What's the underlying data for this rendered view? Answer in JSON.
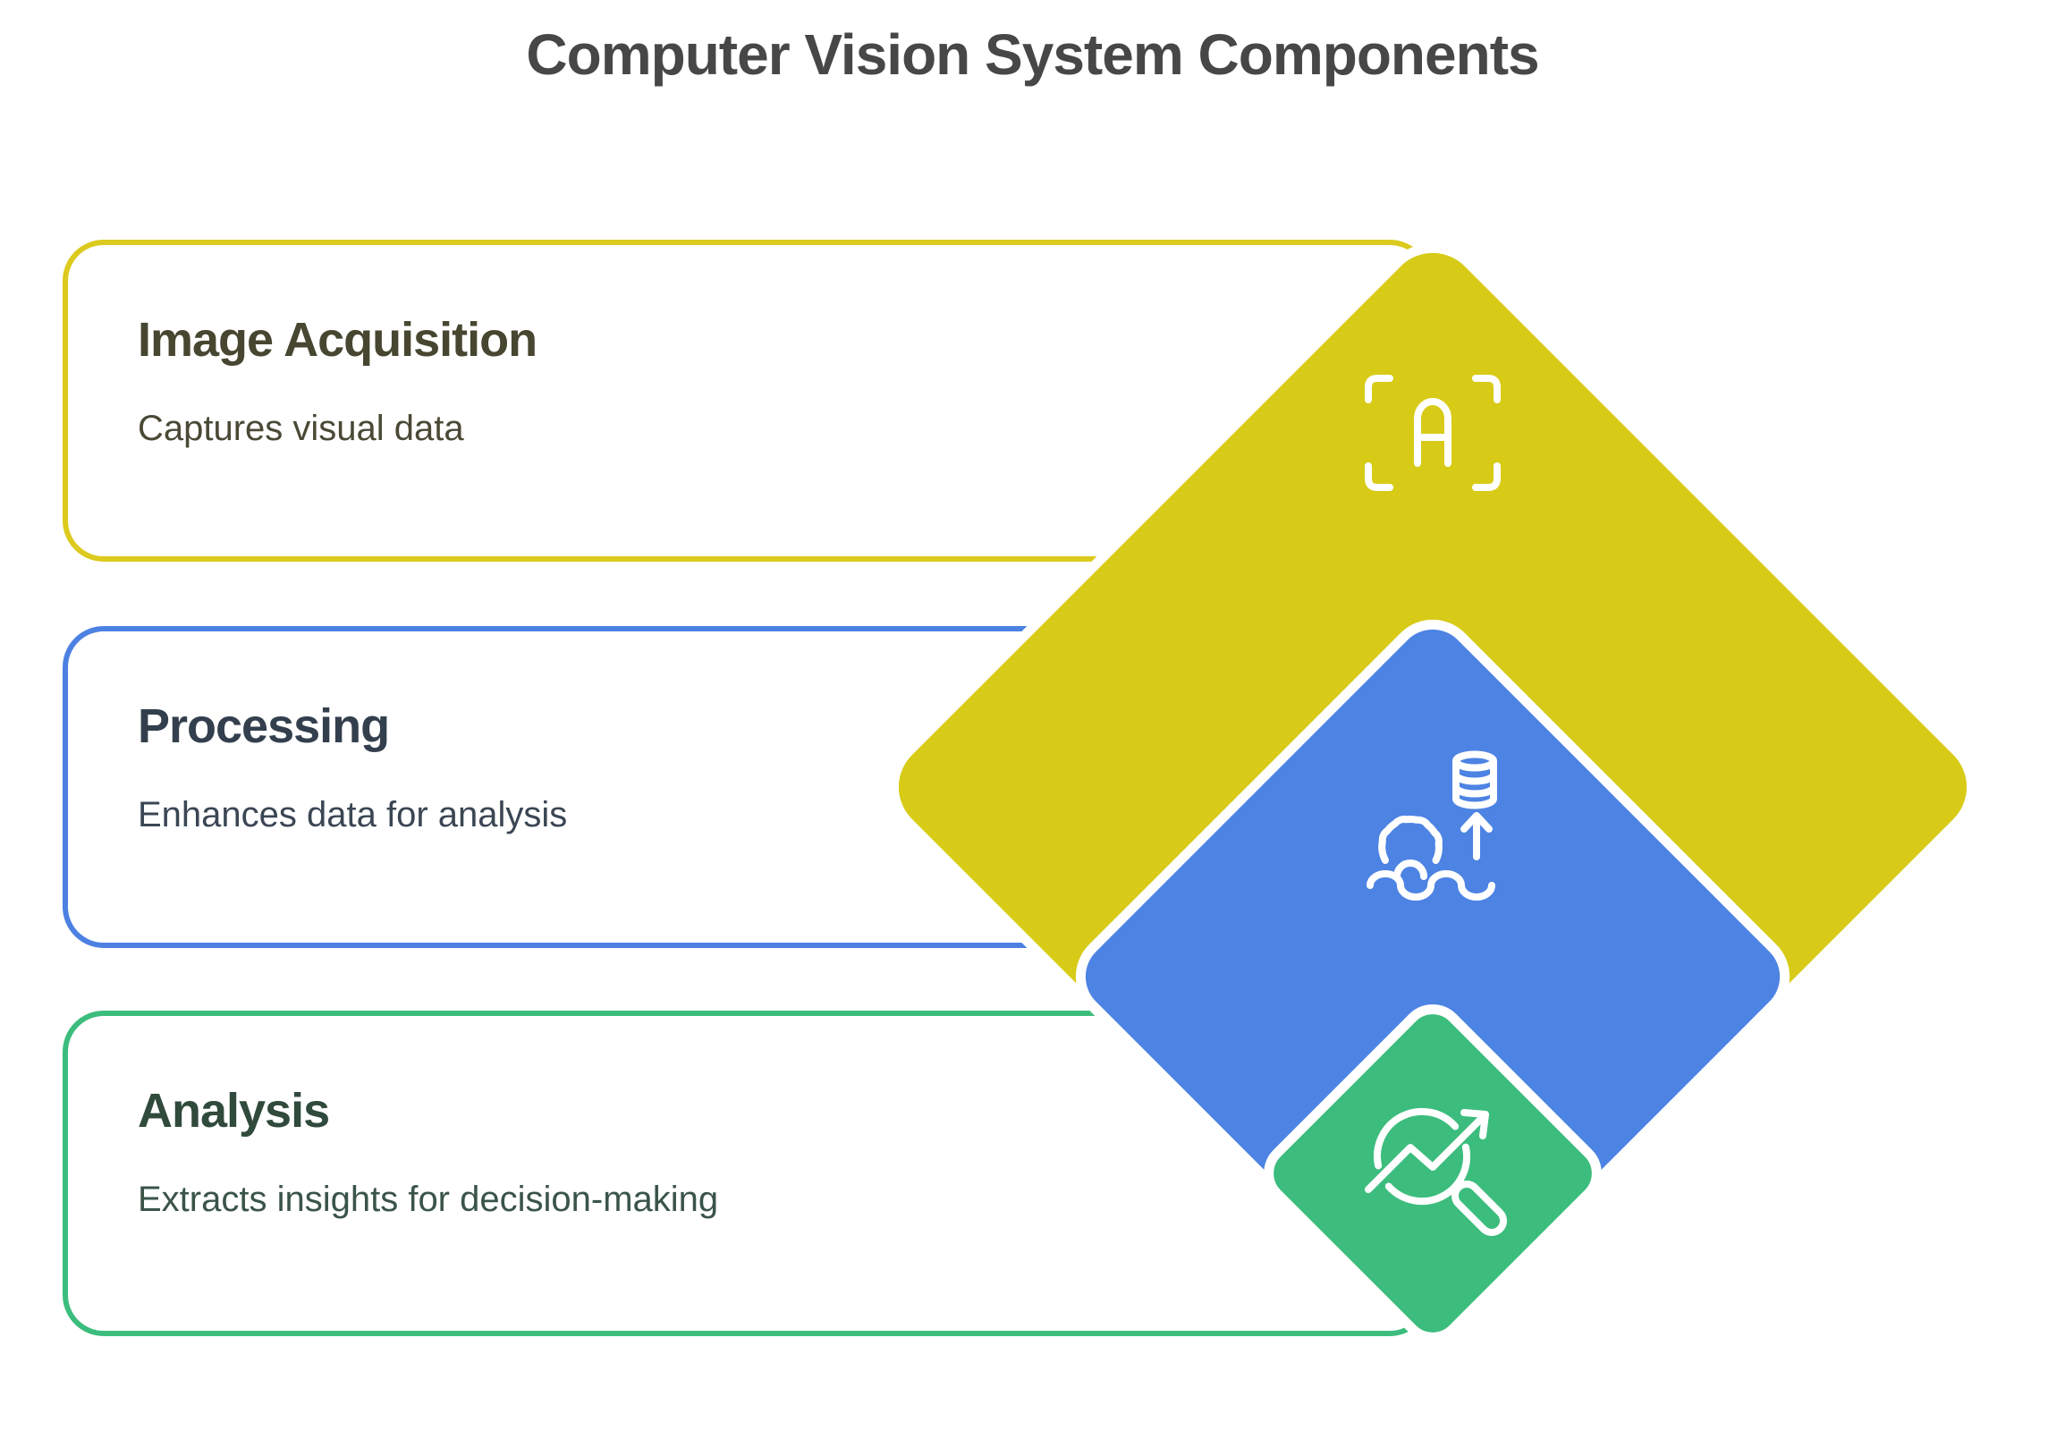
{
  "title": "Computer Vision System Components",
  "title_color": "#474747",
  "background_color": "#ffffff",
  "cards": [
    {
      "heading": "Image Acquisition",
      "description": "Captures visual data",
      "accent_color": "#dcca1e",
      "heading_color": "#474630",
      "description_color": "#4a4936",
      "icon": "text-scan-icon"
    },
    {
      "heading": "Processing",
      "description": "Enhances data for analysis",
      "accent_color": "#4c81e2",
      "heading_color": "#343f4e",
      "description_color": "#3b4654",
      "icon": "data-processing-icon"
    },
    {
      "heading": "Analysis",
      "description": "Extracts insights for decision-making",
      "accent_color": "#3cbd7d",
      "heading_color": "#304a3c",
      "description_color": "#3a5448",
      "icon": "insight-search-icon"
    }
  ],
  "diamonds": [
    {
      "label": "Image Acquisition",
      "color": "#d7cb17",
      "icon": "text-scan-icon"
    },
    {
      "label": "Processing",
      "color": "#4d83e3",
      "icon": "data-processing-icon"
    },
    {
      "label": "Analysis",
      "color": "#3cbd7d",
      "icon": "insight-search-icon"
    }
  ]
}
